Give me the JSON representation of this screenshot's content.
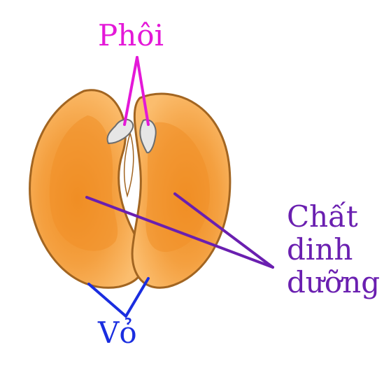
{
  "labels": {
    "embryo": "Phôi",
    "nutrient_line1": "Chất",
    "nutrient_line2": "dinh",
    "nutrient_line3": "dưỡng",
    "shell": "Vỏ"
  },
  "colors": {
    "embryo": "#e418d8",
    "nutrient": "#6a1fb0",
    "shell": "#1a2de0",
    "cotyledon_fill": "#f9b05a",
    "cotyledon_inner": "#f29a30",
    "cotyledon_outline": "#a26521",
    "embryo_fill": "#e6e6e6",
    "embryo_outline": "#6d6d6d"
  }
}
